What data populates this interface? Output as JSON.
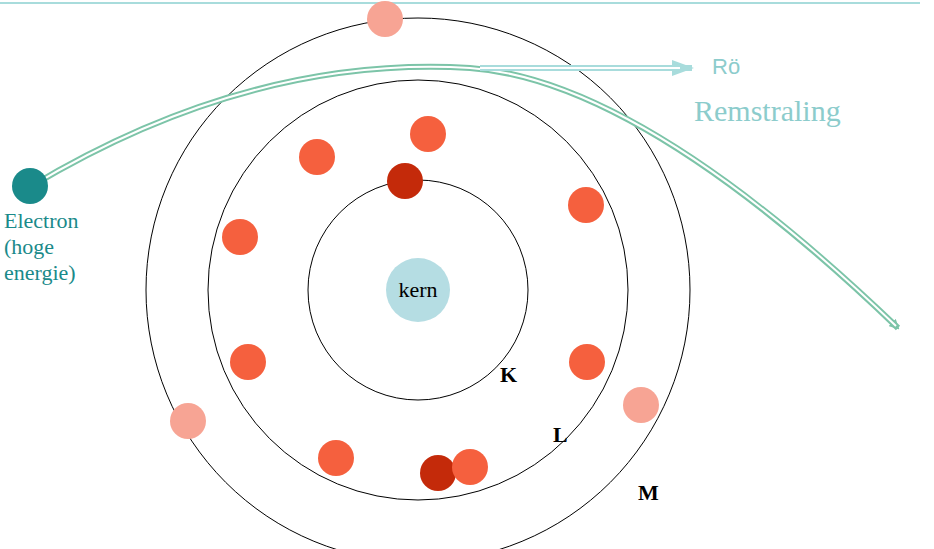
{
  "diagram": {
    "nodes": [
      {
        "text": [
          "kern"
        ]
      },
      {
        "text": [
          "Electron (hoge energie)"
        ]
      }
    ],
    "labels": [
      "Rö",
      "Remstraling",
      "K",
      "L",
      "M"
    ]
  }
}
